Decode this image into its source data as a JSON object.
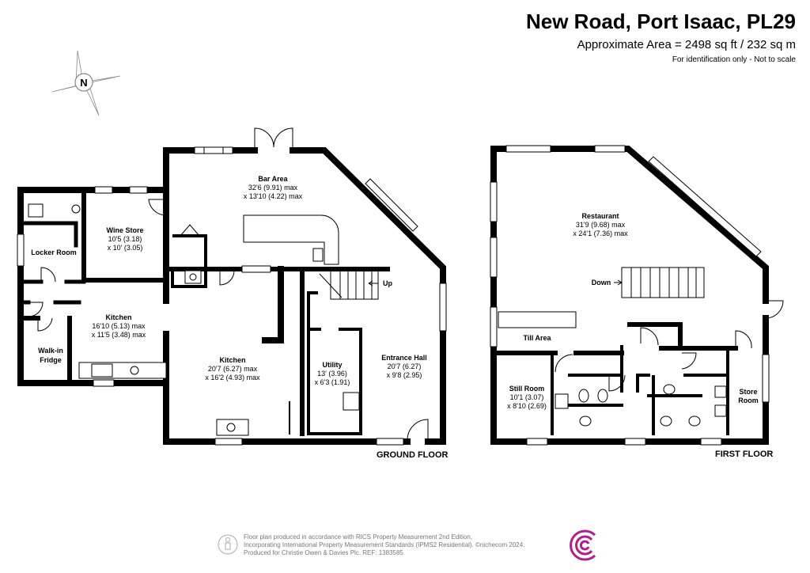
{
  "header": {
    "title": "New Road, Port Isaac, PL29",
    "area": "Approximate Area = 2498 sq ft / 232 sq m",
    "note": "For identification only - Not to scale"
  },
  "compass": {
    "letter": "N"
  },
  "ground_floor": {
    "label": "GROUND FLOOR",
    "rooms": {
      "bar": {
        "name": "Bar Area",
        "dim1": "32'6 (9.91) max",
        "dim2": "x 13'10 (4.22) max"
      },
      "wine": {
        "name": "Wine Store",
        "dim1": "10'5 (3.18)",
        "dim2": "x 10' (3.05)"
      },
      "locker": {
        "name": "Locker Room"
      },
      "kitchen1": {
        "name": "Kitchen",
        "dim1": "16'10 (5.13) max",
        "dim2": "x 11'5 (3.48) max"
      },
      "fridge": {
        "name1": "Walk-in",
        "name2": "Fridge"
      },
      "kitchen2": {
        "name": "Kitchen",
        "dim1": "20'7 (6.27) max",
        "dim2": "x 16'2 (4.93) max"
      },
      "utility": {
        "name": "Utility",
        "dim1": "13' (3.96)",
        "dim2": "x 6'3 (1.91)"
      },
      "entrance": {
        "name": "Entrance Hall",
        "dim1": "20'7 (6.27)",
        "dim2": "x 9'8 (2.95)"
      }
    },
    "stair_label": "Up"
  },
  "first_floor": {
    "label": "FIRST FLOOR",
    "rooms": {
      "restaurant": {
        "name": "Restaurant",
        "dim1": "31'9 (9.68) max",
        "dim2": "x 24'1 (7.36) max"
      },
      "till": {
        "name": "Till Area"
      },
      "still": {
        "name": "Still Room",
        "dim1": "10'1 (3.07)",
        "dim2": "x 8'10 (2.69)"
      },
      "store": {
        "name1": "Store",
        "name2": "Room"
      }
    },
    "stair_label": "Down"
  },
  "footer": {
    "line1": "Floor plan produced in accordance with RICS Property Measurement 2nd Edition,",
    "line2": "Incorporating International Property Measurement Standards (IPMS2 Residential).  ©nichecom 2024.",
    "line3": "Produced for Christie Owen & Davies Plc.   REF: 1383585"
  },
  "colors": {
    "wall": "#000000",
    "window": "#ffffff",
    "logo": "#b0208c"
  }
}
